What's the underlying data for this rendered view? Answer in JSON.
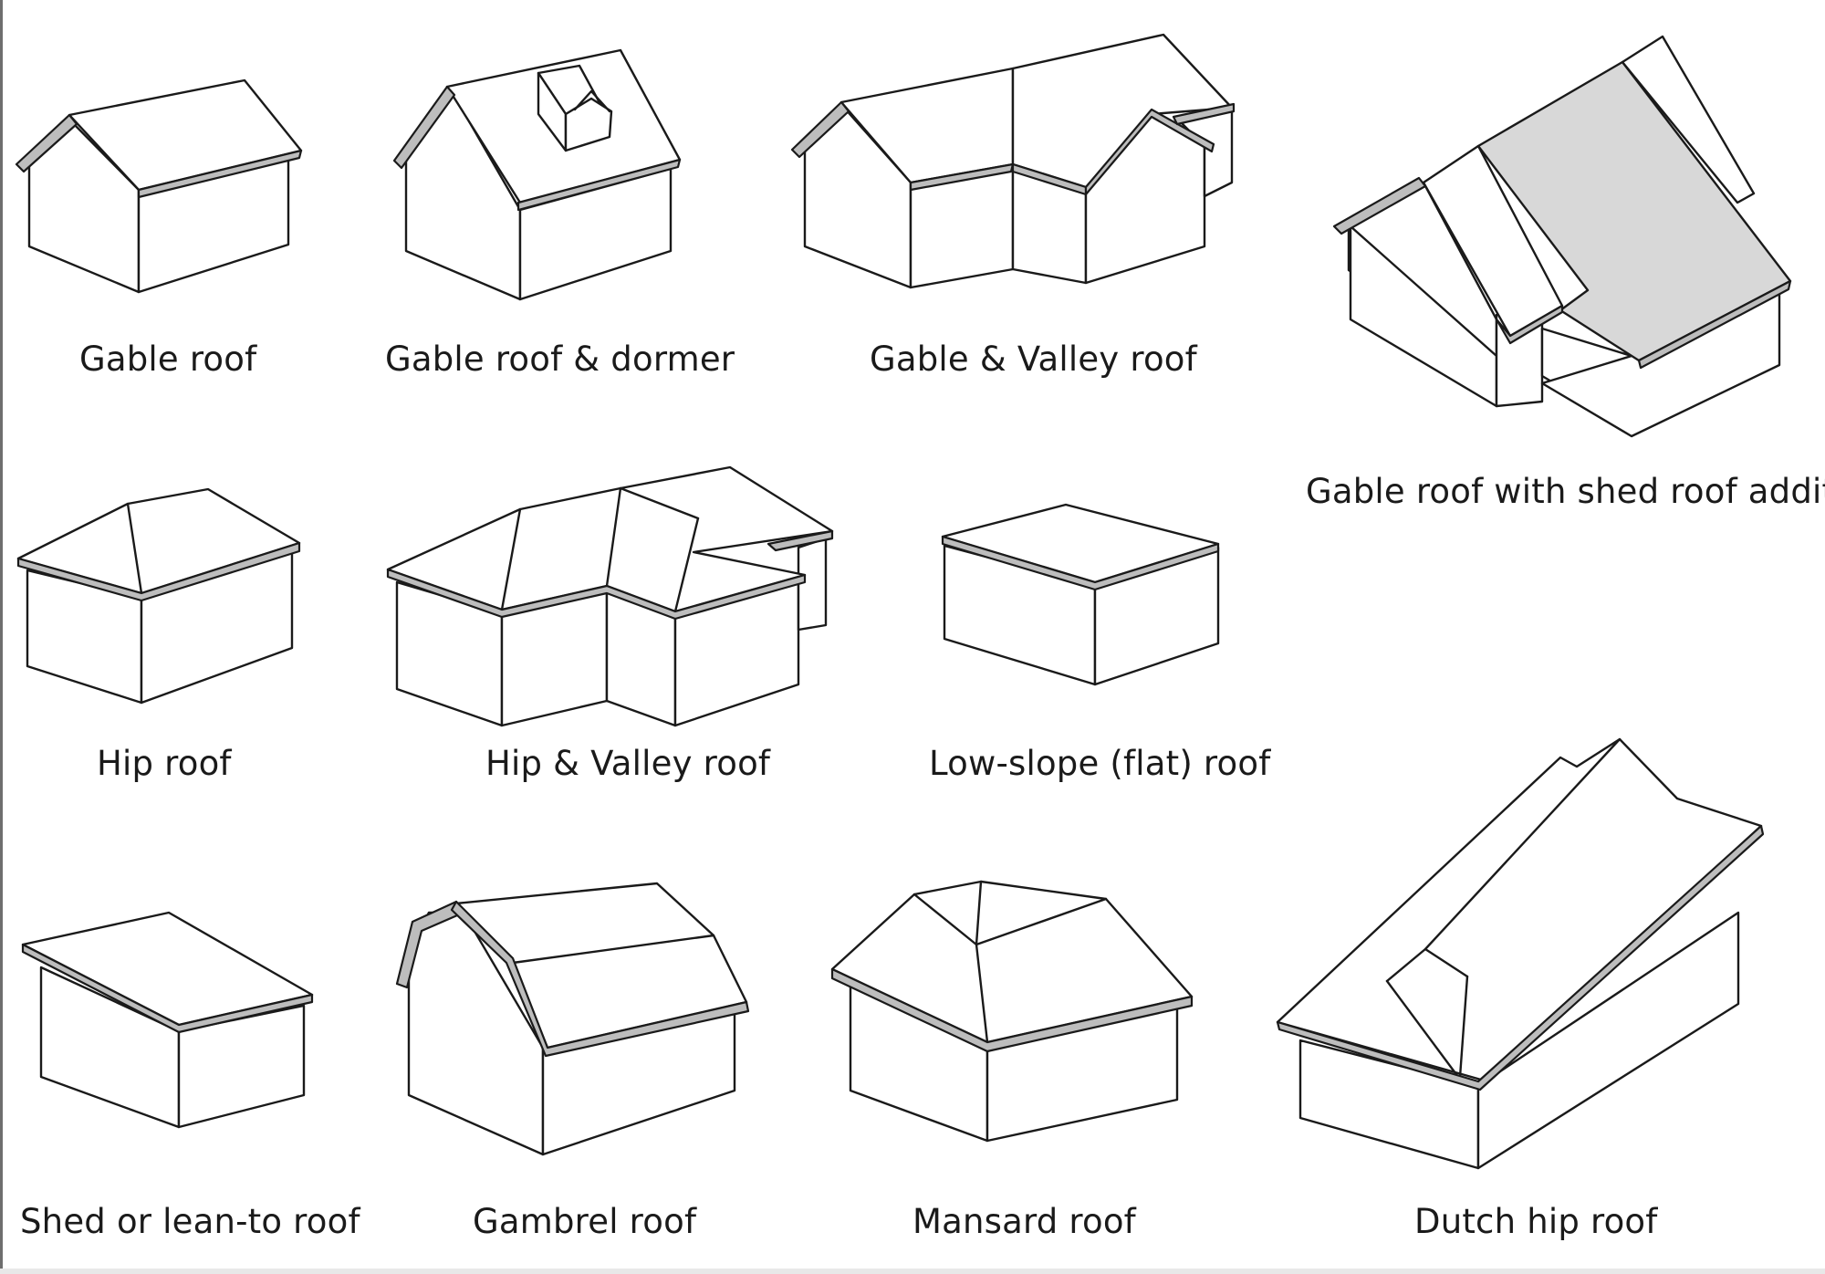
{
  "labels": {
    "gable": "Gable roof",
    "gable_dormer": "Gable roof & dormer",
    "gable_valley": "Gable & Valley roof",
    "gable_shed": "Gable roof with shed roof addition",
    "hip": "Hip roof",
    "hip_valley": "Hip & Valley roof",
    "flat": "Low-slope (flat) roof",
    "shed": "Shed or lean-to roof",
    "gambrel": "Gambrel roof",
    "mansard": "Mansard roof",
    "dutch_hip": "Dutch hip roof"
  },
  "colors": {
    "ink": "#1a1a1a",
    "fascia": "#bdbdbd",
    "shed_addition_fill": "#d8d8d8"
  }
}
